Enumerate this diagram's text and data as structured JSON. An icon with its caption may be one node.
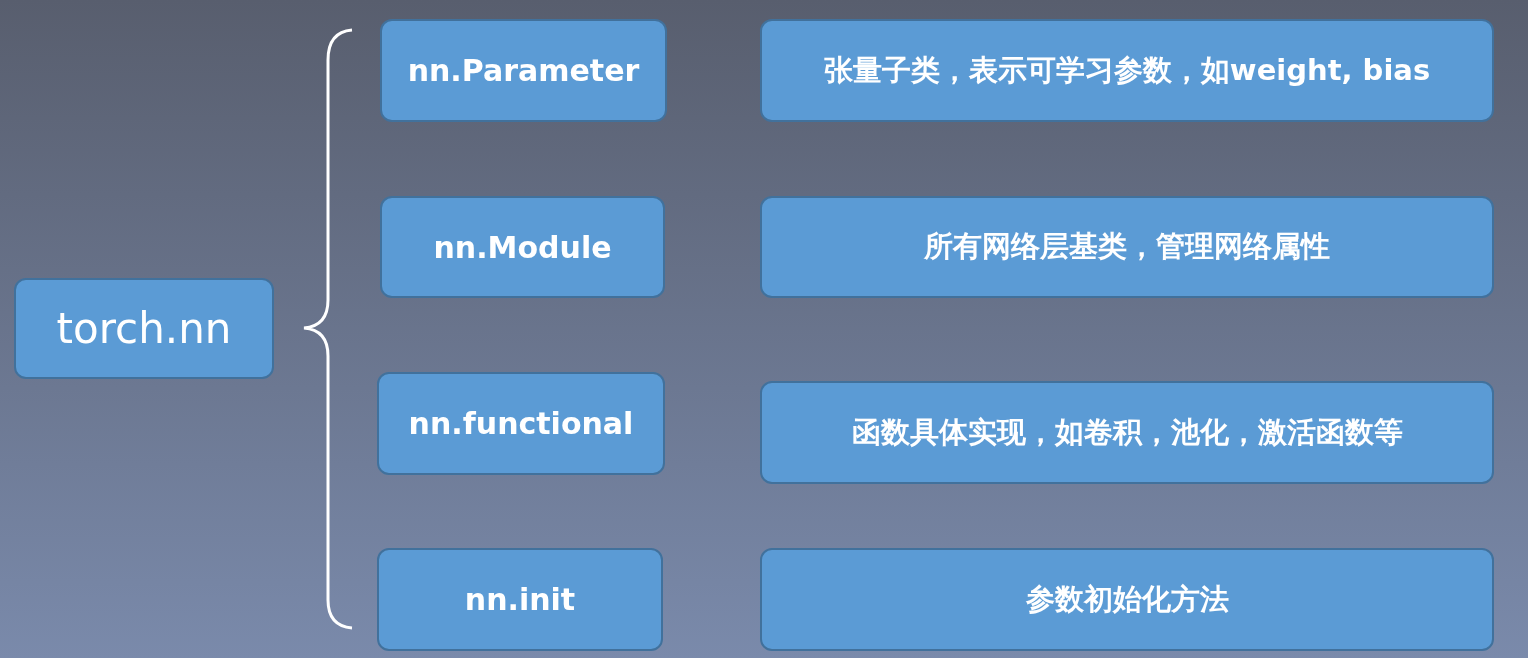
{
  "diagram": {
    "nodes": [
      {
        "text": [
          "torch.nn"
        ]
      },
      {
        "text": [
          "nn.Parameter"
        ]
      },
      {
        "text": [
          "nn.Module"
        ]
      },
      {
        "text": [
          "nn.functional"
        ]
      },
      {
        "text": [
          "nn.init"
        ]
      },
      {
        "text": [
          "张量子类，表示可学习参数，如weight, bias"
        ]
      },
      {
        "text": [
          "所有网络层基类，管理网络属性"
        ]
      },
      {
        "text": [
          "函数具体实现，如卷积，池化，激活函数等"
        ]
      },
      {
        "text": [
          "参数初始化方法"
        ]
      }
    ]
  }
}
